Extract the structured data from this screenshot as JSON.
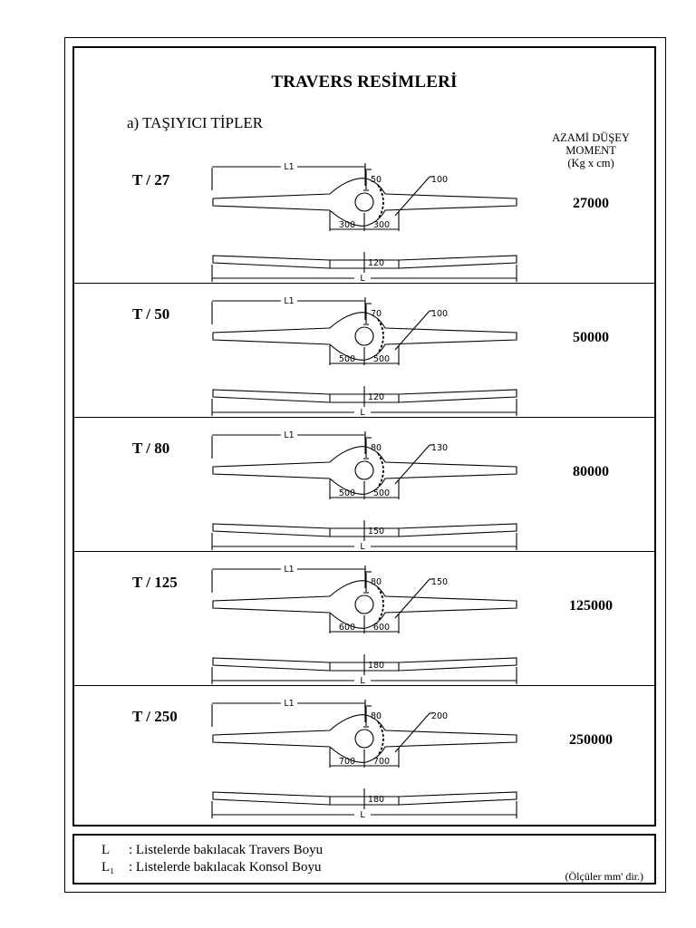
{
  "title": "TRAVERS RESİMLERİ",
  "subtitle": "a) TAŞIYICI TİPLER",
  "moment_header": [
    "AZAMİ DÜŞEY",
    "MOMENT",
    "(Kg x cm)"
  ],
  "dimension_labels": {
    "l1": "L1",
    "l": "L"
  },
  "types": [
    {
      "name": "T / 27",
      "moment": "27000",
      "top_dim": "50",
      "side_dim": "100",
      "half_left": "300",
      "half_right": "300",
      "bottom_dim": "120"
    },
    {
      "name": "T / 50",
      "moment": "50000",
      "top_dim": "70",
      "side_dim": "100",
      "half_left": "500",
      "half_right": "500",
      "bottom_dim": "120"
    },
    {
      "name": "T / 80",
      "moment": "80000",
      "top_dim": "80",
      "side_dim": "130",
      "half_left": "500",
      "half_right": "500",
      "bottom_dim": "150"
    },
    {
      "name": "T / 125",
      "moment": "125000",
      "top_dim": "80",
      "side_dim": "150",
      "half_left": "600",
      "half_right": "600",
      "bottom_dim": "180"
    },
    {
      "name": "T / 250",
      "moment": "250000",
      "top_dim": "80",
      "side_dim": "200",
      "half_left": "700",
      "half_right": "700",
      "bottom_dim": "180"
    }
  ],
  "legend": [
    {
      "key": "L",
      "text": ": Listelerde bakılacak Travers Boyu"
    },
    {
      "key": "L₁",
      "text": ": Listelerde bakılacak Konsol Boyu"
    }
  ],
  "units_note": "(Ölçüler mm' dir.)"
}
